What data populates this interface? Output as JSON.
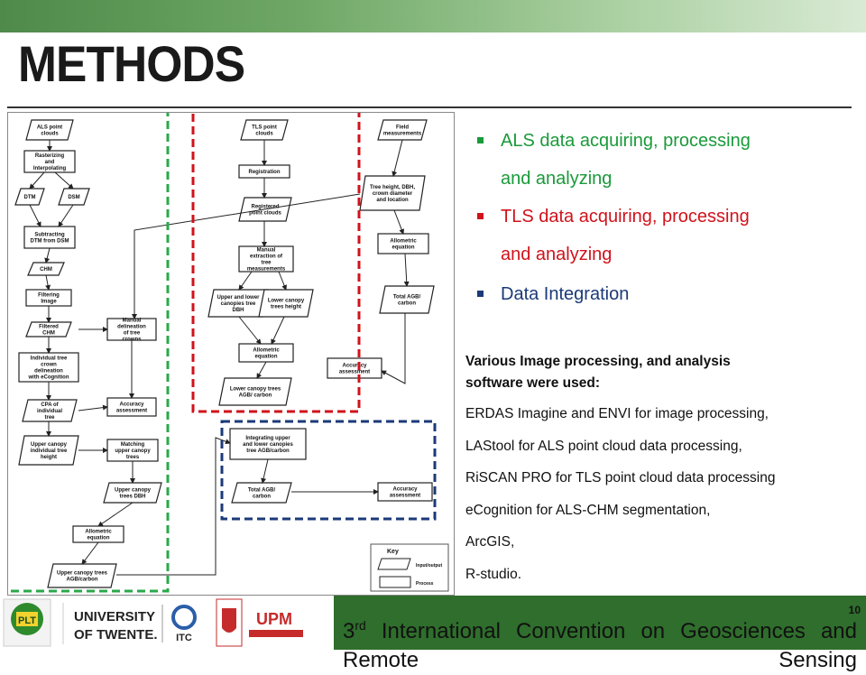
{
  "title": "METHODS",
  "bullets": [
    {
      "text": "ALS data acquiring, processing",
      "cont": "and analyzing",
      "color": "#1a9a3a"
    },
    {
      "text": "TLS data acquiring, processing",
      "cont": "and analyzing",
      "color": "#d0121b"
    },
    {
      "text": "Data Integration",
      "color": "#1b3a78"
    }
  ],
  "software": {
    "heading1": "Various Image processing, and analysis",
    "heading2": "software were used:",
    "items": [
      "ERDAS Imagine and ENVI for image processing,",
      "LAStool for ALS point cloud data processing,",
      "RiSCAN PRO for TLS point cloud data processing",
      "eCognition for ALS-CHM segmentation,",
      "ArcGIS,",
      "R-studio."
    ]
  },
  "flowchart": {
    "als": [
      "ALS point clouds",
      "Rasterizing and Interpolating",
      "DTM",
      "DSM",
      "Subtracting DTM from DSM",
      "CHM",
      "Filtering Image",
      "Filtered CHM",
      "Individual tree crown delineation with eCognition",
      "CPA of individual tree",
      "Upper canopy individual tree height",
      "Manual delineation of tree crowns",
      "Accuracy assessment",
      "Matching upper canopy trees",
      "Upper canopy trees DBH",
      "Allometric equation",
      "Upper canopy trees AGB/carbon"
    ],
    "tls": [
      "TLS point clouds",
      "Registration",
      "Registered point clouds",
      "Manual extraction of tree measurements",
      "Upper and lower canopies tree DBH",
      "Lower canopy trees height",
      "Allometric equation",
      "Lower canopy trees AGB/ carbon"
    ],
    "field": [
      "Field measurements",
      "Tree height, DBH, crown diameter and location",
      "Allometric equation",
      "Total AGB/ carbon",
      "Accuracy assessment"
    ],
    "integration": [
      "Integrating upper and lower canopies tree AGB/carbon",
      "Total AGB/ carbon",
      "Accuracy assessment"
    ],
    "key": {
      "title": "Key",
      "io": "Input/output",
      "process": "Process"
    }
  },
  "footer": {
    "ordinal": "3",
    "sup": "rd",
    "conference": "International Convention on Geosciences and Remote Sensing",
    "page": "10",
    "logos": [
      "PLT",
      "UNIVERSITY OF TWENTE.",
      "ITC",
      "UPM"
    ]
  },
  "colors": {
    "als_box": "#2aa84a",
    "tls_box": "#d0121b",
    "integration_box": "#1b3a78",
    "footer": "#2f6e2c"
  }
}
